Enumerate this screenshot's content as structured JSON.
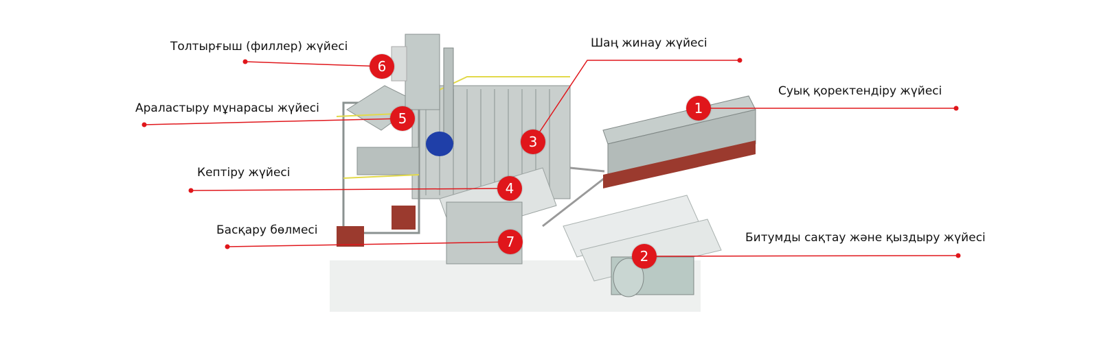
{
  "accent_color": "#e0161b",
  "components": [
    {
      "number": "1",
      "label": "Суық қоректендіру жүйесі"
    },
    {
      "number": "2",
      "label": "Битумды сақтау және қыздыру жүйесі"
    },
    {
      "number": "3",
      "label": "Шаң жинау жүйесі"
    },
    {
      "number": "4",
      "label": "Кептіру жүйесі"
    },
    {
      "number": "5",
      "label": "Араластыру мұнарасы жүйесі"
    },
    {
      "number": "6",
      "label": "Толтырғыш (филлер) жүйесі"
    },
    {
      "number": "7",
      "label": "Басқару бөлмесі"
    }
  ]
}
